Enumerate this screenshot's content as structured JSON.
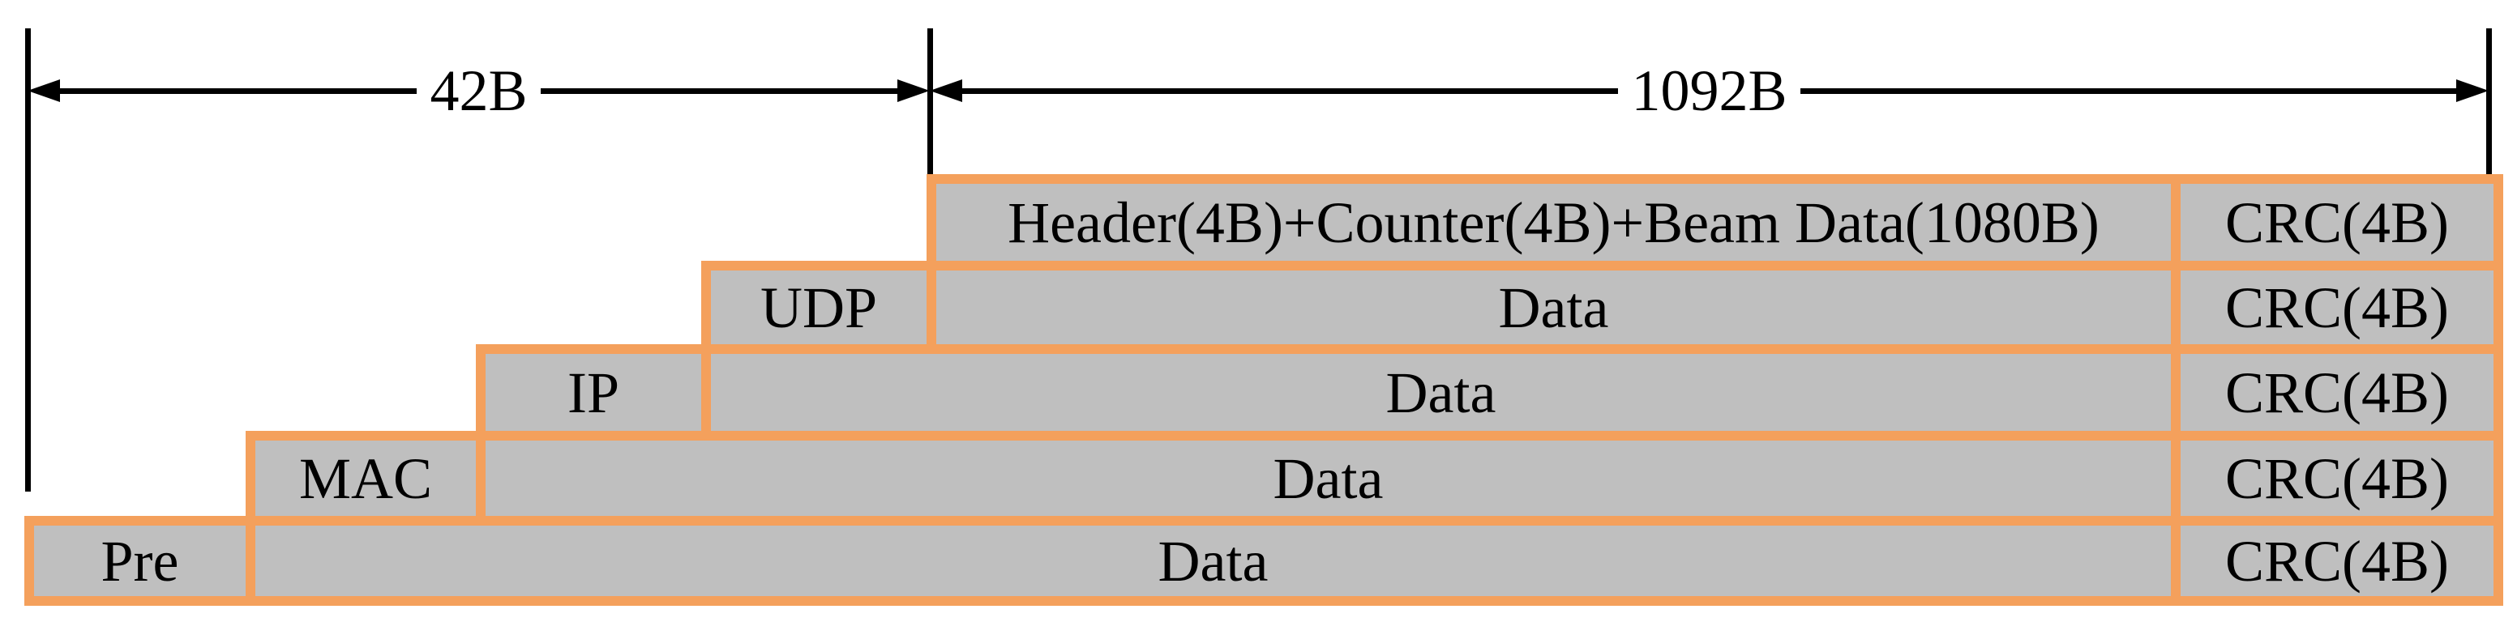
{
  "dimensions": {
    "header_span": {
      "label": "42B"
    },
    "payload_span": {
      "label": "1092B"
    }
  },
  "rows": [
    {
      "cells": [
        "Header(4B)+Counter(4B)+Beam Data(1080B)",
        "CRC(4B)"
      ]
    },
    {
      "cells": [
        "UDP",
        "Data",
        "CRC(4B)"
      ]
    },
    {
      "cells": [
        "IP",
        "Data",
        "CRC(4B)"
      ]
    },
    {
      "cells": [
        "MAC",
        "Data",
        "CRC(4B)"
      ]
    },
    {
      "cells": [
        "Pre",
        "Data",
        "CRC(4B)"
      ]
    }
  ],
  "colors": {
    "box_fill": "#bfbfbf",
    "box_border": "#f4a05c",
    "line_color": "#000000",
    "text_color": "#000000"
  }
}
